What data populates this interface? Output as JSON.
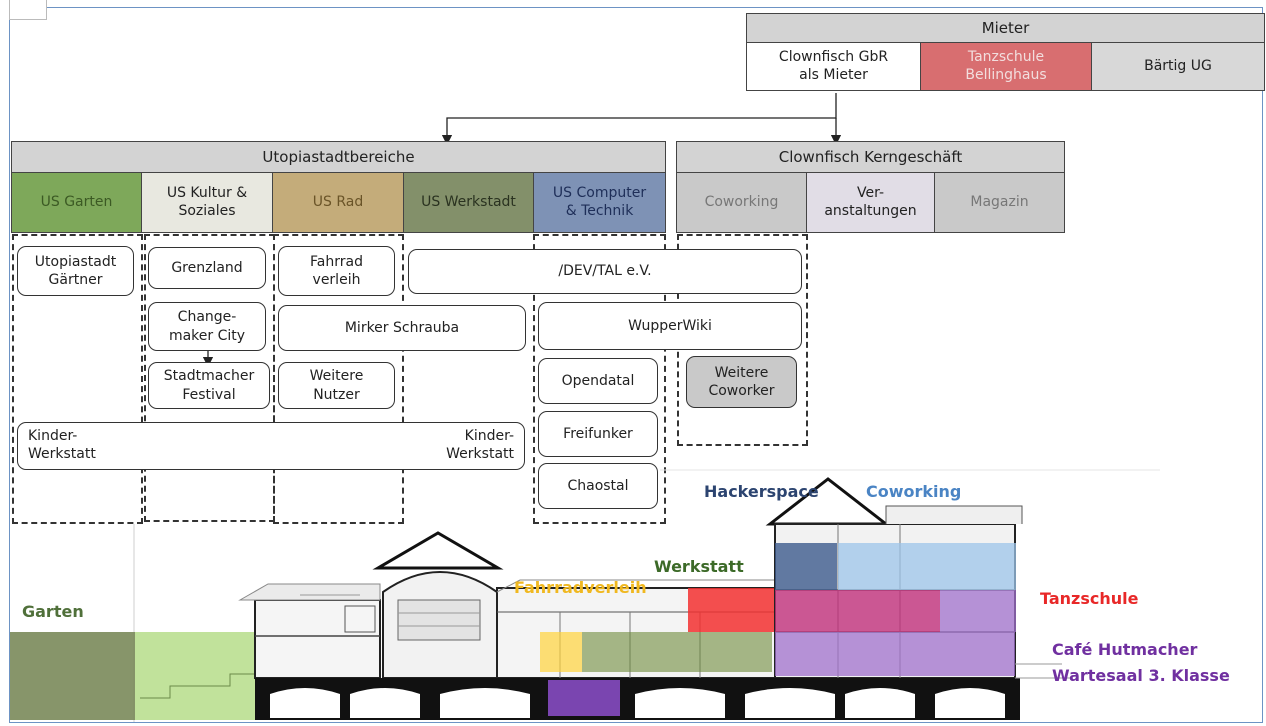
{
  "mieter": {
    "title": "Mieter",
    "tenants": [
      "Clownfisch GbR\nals Mieter",
      "Tanzschule\nBellinghaus",
      "Bärtig UG"
    ]
  },
  "utopiastadt": {
    "title": "Utopiastadtbereiche",
    "areas": [
      "US Garten",
      "US Kultur &\nSoziales",
      "US Rad",
      "US Werkstadt",
      "US Computer\n& Technik"
    ]
  },
  "clownfisch": {
    "title": "Clownfisch Kerngeschäft",
    "areas": [
      "Coworking",
      "Ver-\nanstaltungen",
      "Magazin"
    ]
  },
  "projects": {
    "utopiastadt_gaertner": "Utopiastadt\nGärtner",
    "grenzland": "Grenzland",
    "fahrrad_verleih": "Fahrrad\nverleih",
    "dev_tal": "/DEV/TAL e.V.",
    "changemaker_city": "Change-\nmaker City",
    "mirker_schrauba": "Mirker Schrauba",
    "wupperwiki": "WupperWiki",
    "stadtmacher_festival": "Stadtmacher\nFestival",
    "weitere_nutzer": "Weitere\nNutzer",
    "opendatal": "Opendatal",
    "weitere_coworker": "Weitere\nCoworker",
    "kinder_werkstatt_left": "Kinder-\nWerkstatt",
    "kinder_werkstatt_right": "Kinder-\nWerkstatt",
    "freifunker": "Freifunker",
    "chaostal": "Chaostal"
  },
  "building_labels": {
    "hackerspace": "Hackerspace",
    "coworking": "Coworking",
    "werkstatt": "Werkstatt",
    "fahrradverleih": "Fahrradverleih",
    "tanzschule": "Tanzschule",
    "cafe_line1": "Café Hutmacher",
    "cafe_line2": "Wartesaal 3. Klasse",
    "garten": "Garten"
  },
  "colors": {
    "garten": "#7ea85a",
    "kultur": "#e8e8e0",
    "rad": "#c4ac7a",
    "werkstadt": "#83906a",
    "computer": "#7e92b5",
    "clownfisch_area": "#c9c9c9",
    "veranstaltungen": "#e1dde6",
    "tanzschule_tenant": "#d86e70",
    "label_hackerspace": "#2c4470",
    "label_coworking": "#4a84c4",
    "label_werkstatt": "#3c6a28",
    "label_fahrradverleih": "#f0b820",
    "label_tanzschule": "#e82828",
    "label_cafe": "#7030a0",
    "label_garten": "#50703a"
  }
}
